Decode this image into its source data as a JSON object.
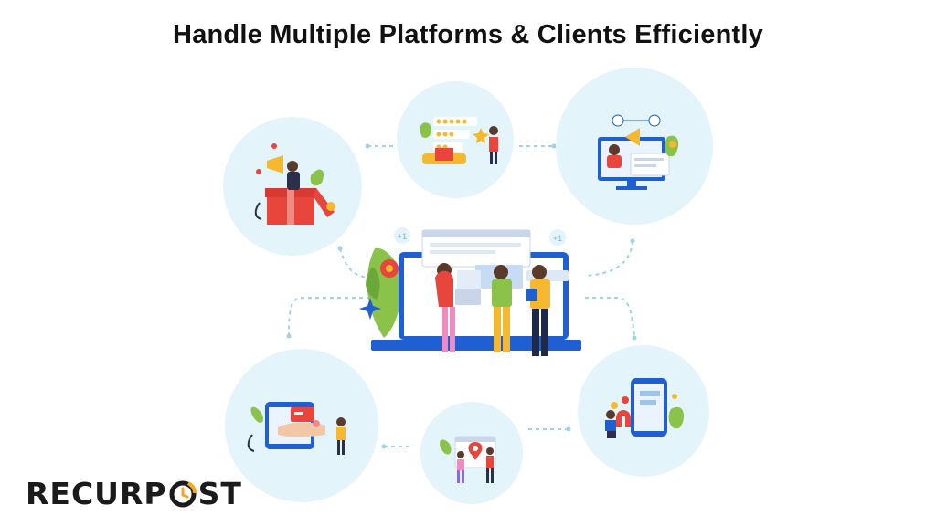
{
  "header": {
    "title": "Handle Multiple Platforms & Clients Efficiently"
  },
  "logo": {
    "text_before": "RECURP",
    "text_after": "ST",
    "accent_color": "#f5a623"
  },
  "colors": {
    "circle_fill": "#e3f4fb",
    "dashed_line": "#9fd3e3",
    "screen_blue": "#1f5fd1",
    "accent_red": "#e8453c",
    "accent_yellow": "#f5b82e",
    "leaf_green": "#8bc34a"
  },
  "badges": {
    "left": "+1",
    "right": "+1"
  }
}
